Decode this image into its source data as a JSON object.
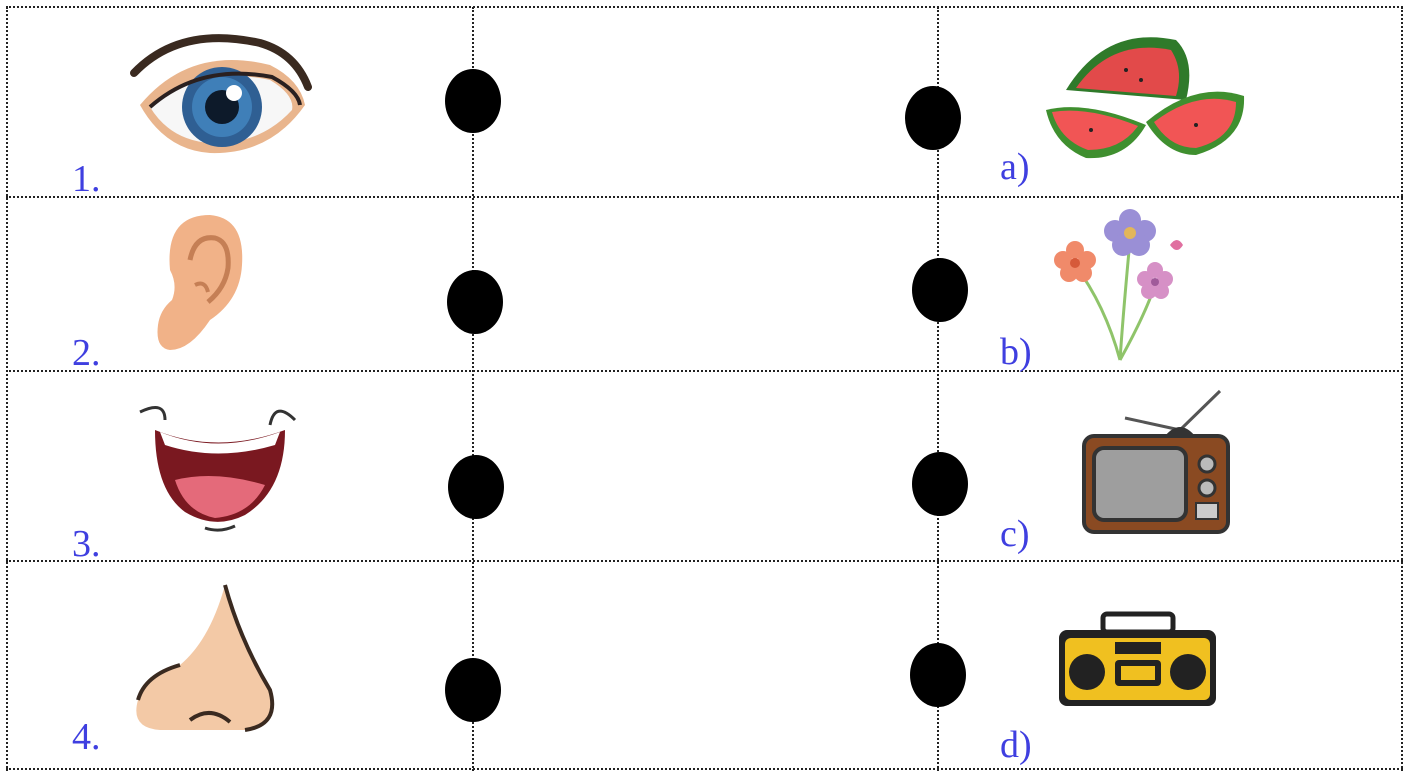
{
  "rows": [
    {
      "number": "1.",
      "left_picture": "eye",
      "letter": "a)",
      "right_picture": "watermelon"
    },
    {
      "number": "2.",
      "left_picture": "ear",
      "letter": "b)",
      "right_picture": "flowers"
    },
    {
      "number": "3.",
      "left_picture": "mouth",
      "letter": "c)",
      "right_picture": "television"
    },
    {
      "number": "4.",
      "left_picture": "nose",
      "letter": "d)",
      "right_picture": "boombox"
    }
  ],
  "colors": {
    "label": "#3f3fe0",
    "dot": "#000000",
    "grid": "#222222"
  }
}
